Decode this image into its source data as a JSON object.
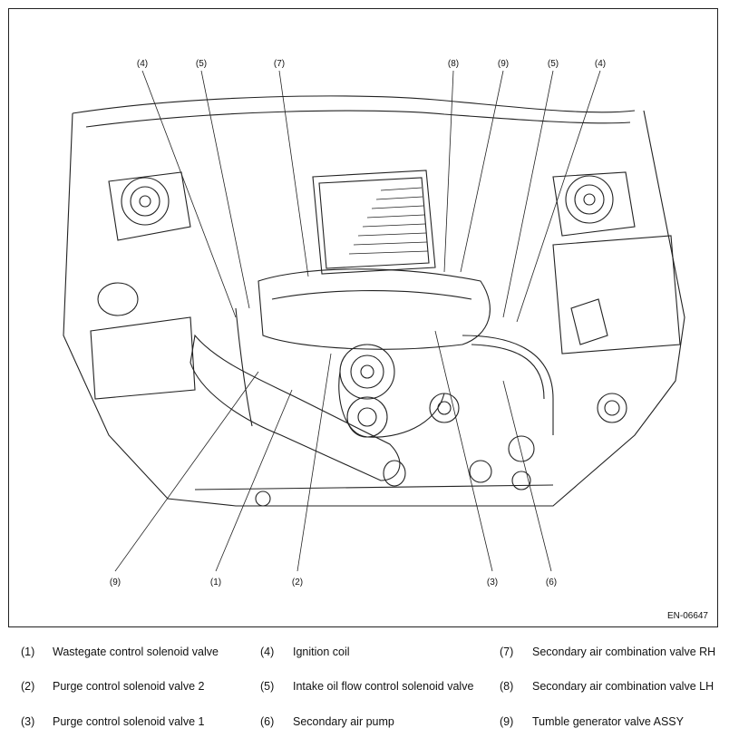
{
  "figure": {
    "id_label": "EN-06647",
    "callouts_top": [
      "(4)",
      "(5)",
      "(7)",
      "(8)",
      "(9)",
      "(5)",
      "(4)"
    ],
    "callouts_bottom": [
      "(9)",
      "(1)",
      "(2)",
      "(3)",
      "(6)"
    ]
  },
  "legend": [
    {
      "num": "(1)",
      "text": "Wastegate control solenoid valve"
    },
    {
      "num": "(2)",
      "text": "Purge control solenoid valve 2"
    },
    {
      "num": "(3)",
      "text": "Purge control solenoid valve 1"
    },
    {
      "num": "(4)",
      "text": "Ignition coil"
    },
    {
      "num": "(5)",
      "text": "Intake oil flow control solenoid valve"
    },
    {
      "num": "(6)",
      "text": "Secondary air pump"
    },
    {
      "num": "(7)",
      "text": "Secondary air combination valve RH"
    },
    {
      "num": "(8)",
      "text": "Secondary air combination valve LH"
    },
    {
      "num": "(9)",
      "text": "Tumble generator valve ASSY"
    }
  ]
}
